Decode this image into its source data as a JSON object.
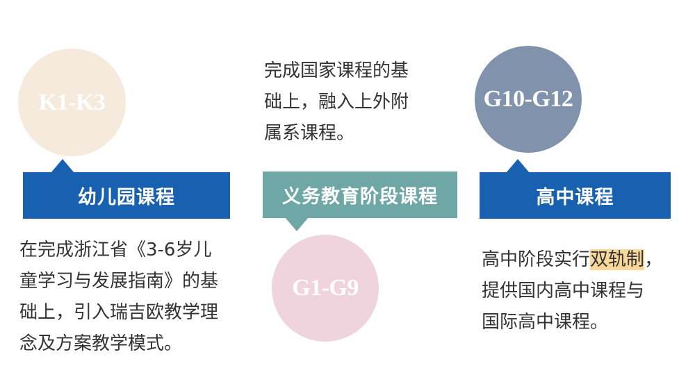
{
  "stages": [
    {
      "grade": "K1-K3",
      "title": "幼儿园课程",
      "desc_lines": [
        "在完成浙江省《3-6岁儿",
        "童学习与发展指南》的基",
        "础上，引入瑞吉欧教学理",
        "念及方案教学模式。"
      ]
    },
    {
      "grade": "G1-G9",
      "title": "义务教育阶段课程",
      "desc_lines": [
        "完成国家课程的基",
        "础上，融入上外附",
        "属系课程。"
      ]
    },
    {
      "grade": "G10-G12",
      "title": "高中课程",
      "desc_line1_before": "高中阶段实行",
      "desc_line1_highlight": "双轨制",
      "desc_line1_after": "，",
      "desc_lines_rest": [
        "提供国内高中课程与",
        "国际高中课程。"
      ]
    }
  ],
  "colors": {
    "blue_box": "#1860b0",
    "teal_box": "#6fa7a7",
    "circle_kinder": "#f6eadd",
    "circle_primary": "#efd3dd",
    "circle_high": "#8193ac",
    "highlight": "#f9d79a"
  }
}
